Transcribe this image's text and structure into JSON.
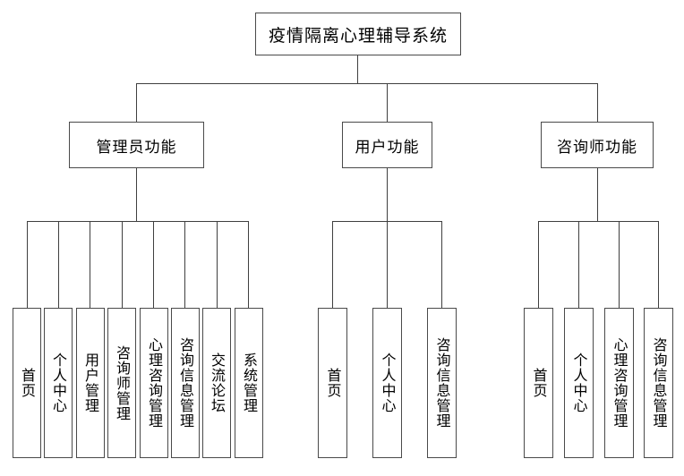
{
  "diagram": {
    "type": "function-hierarchy-tree",
    "title": "疫情隔离心理辅导系统",
    "root": {
      "label": "疫情隔离心理辅导系统"
    },
    "branches": [
      {
        "id": "admin",
        "label": "管理员功能",
        "leaves": [
          {
            "label": "首页"
          },
          {
            "label": "个人中心"
          },
          {
            "label": "用户管理"
          },
          {
            "label": "咨询师管理"
          },
          {
            "label": "心理咨询管理"
          },
          {
            "label": "咨询信息管理"
          },
          {
            "label": "交流论坛"
          },
          {
            "label": "系统管理"
          }
        ]
      },
      {
        "id": "user",
        "label": "用户功能",
        "leaves": [
          {
            "label": "首页"
          },
          {
            "label": "个人中心"
          },
          {
            "label": "咨询信息管理"
          }
        ]
      },
      {
        "id": "counselor",
        "label": "咨询师功能",
        "leaves": [
          {
            "label": "首页"
          },
          {
            "label": "个人中心"
          },
          {
            "label": "心理咨询管理"
          },
          {
            "label": "咨询信息管理"
          }
        ]
      }
    ],
    "colors": {
      "background": "#ffffff",
      "border": "#4a4a4a",
      "line": "#3f3f3f",
      "text": "#000000"
    }
  }
}
